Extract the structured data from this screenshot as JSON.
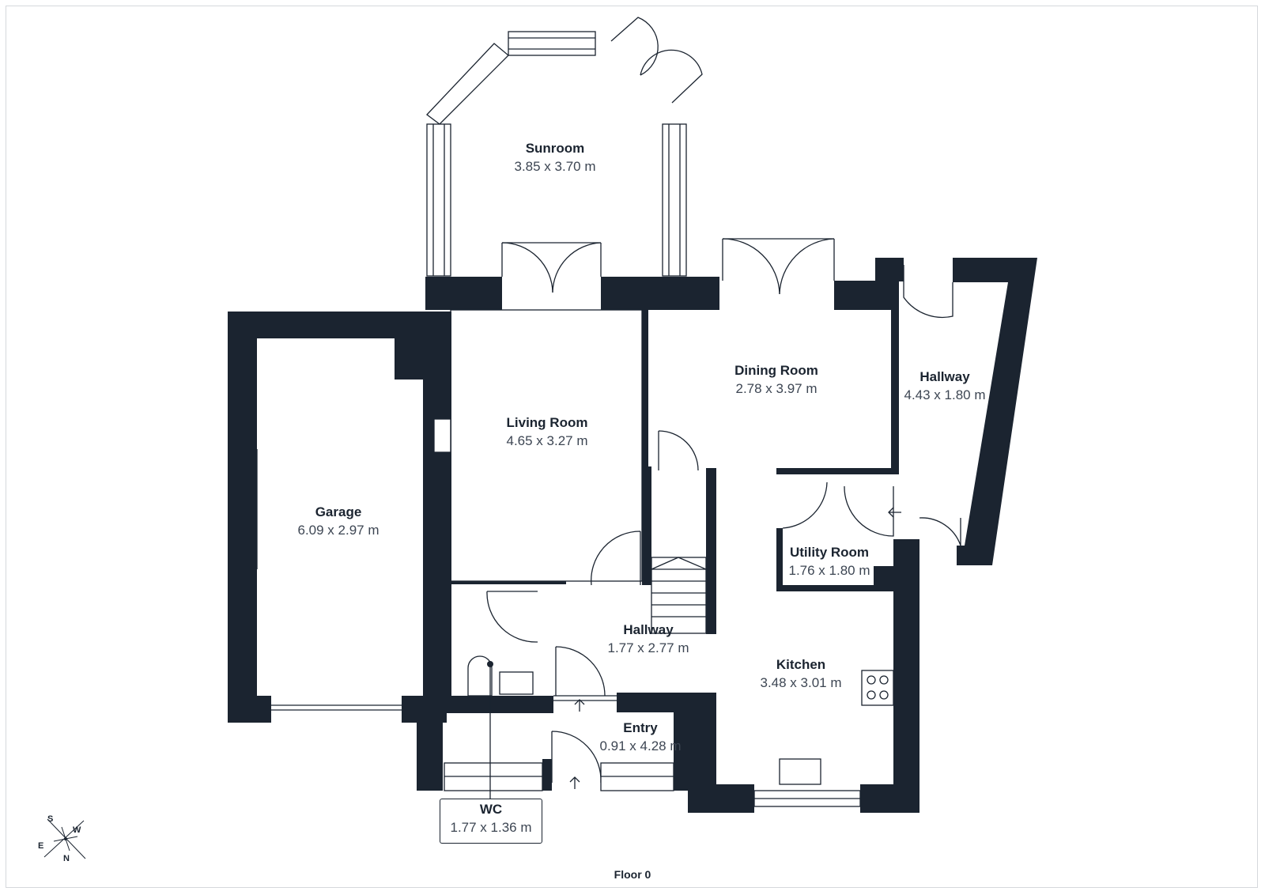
{
  "floor": "Floor 0",
  "colors": {
    "wall": "#1b2430",
    "line": "#1b2430",
    "text": "#1b2430",
    "frame": "#d5d8dc"
  },
  "rooms": {
    "sunroom": {
      "name": "Sunroom",
      "dim": "3.85 x 3.70 m"
    },
    "living": {
      "name": "Living Room",
      "dim": "4.65 x 3.27 m"
    },
    "dining": {
      "name": "Dining Room",
      "dim": "2.78 x 3.97 m"
    },
    "hallway_e": {
      "name": "Hallway",
      "dim": "4.43 x 1.80 m"
    },
    "garage": {
      "name": "Garage",
      "dim": "6.09 x 2.97 m"
    },
    "utility": {
      "name": "Utility Room",
      "dim": "1.76 x 1.80 m"
    },
    "hallway_c": {
      "name": "Hallway",
      "dim": "1.77 x 2.77 m"
    },
    "kitchen": {
      "name": "Kitchen",
      "dim": "3.48 x 3.01 m"
    },
    "entry": {
      "name": "Entry",
      "dim": "0.91 x 4.28 m"
    },
    "wc": {
      "name": "WC",
      "dim": "1.77 x 1.36 m"
    }
  },
  "compass": {
    "s": "S",
    "w": "W",
    "e": "E",
    "n": "N"
  }
}
